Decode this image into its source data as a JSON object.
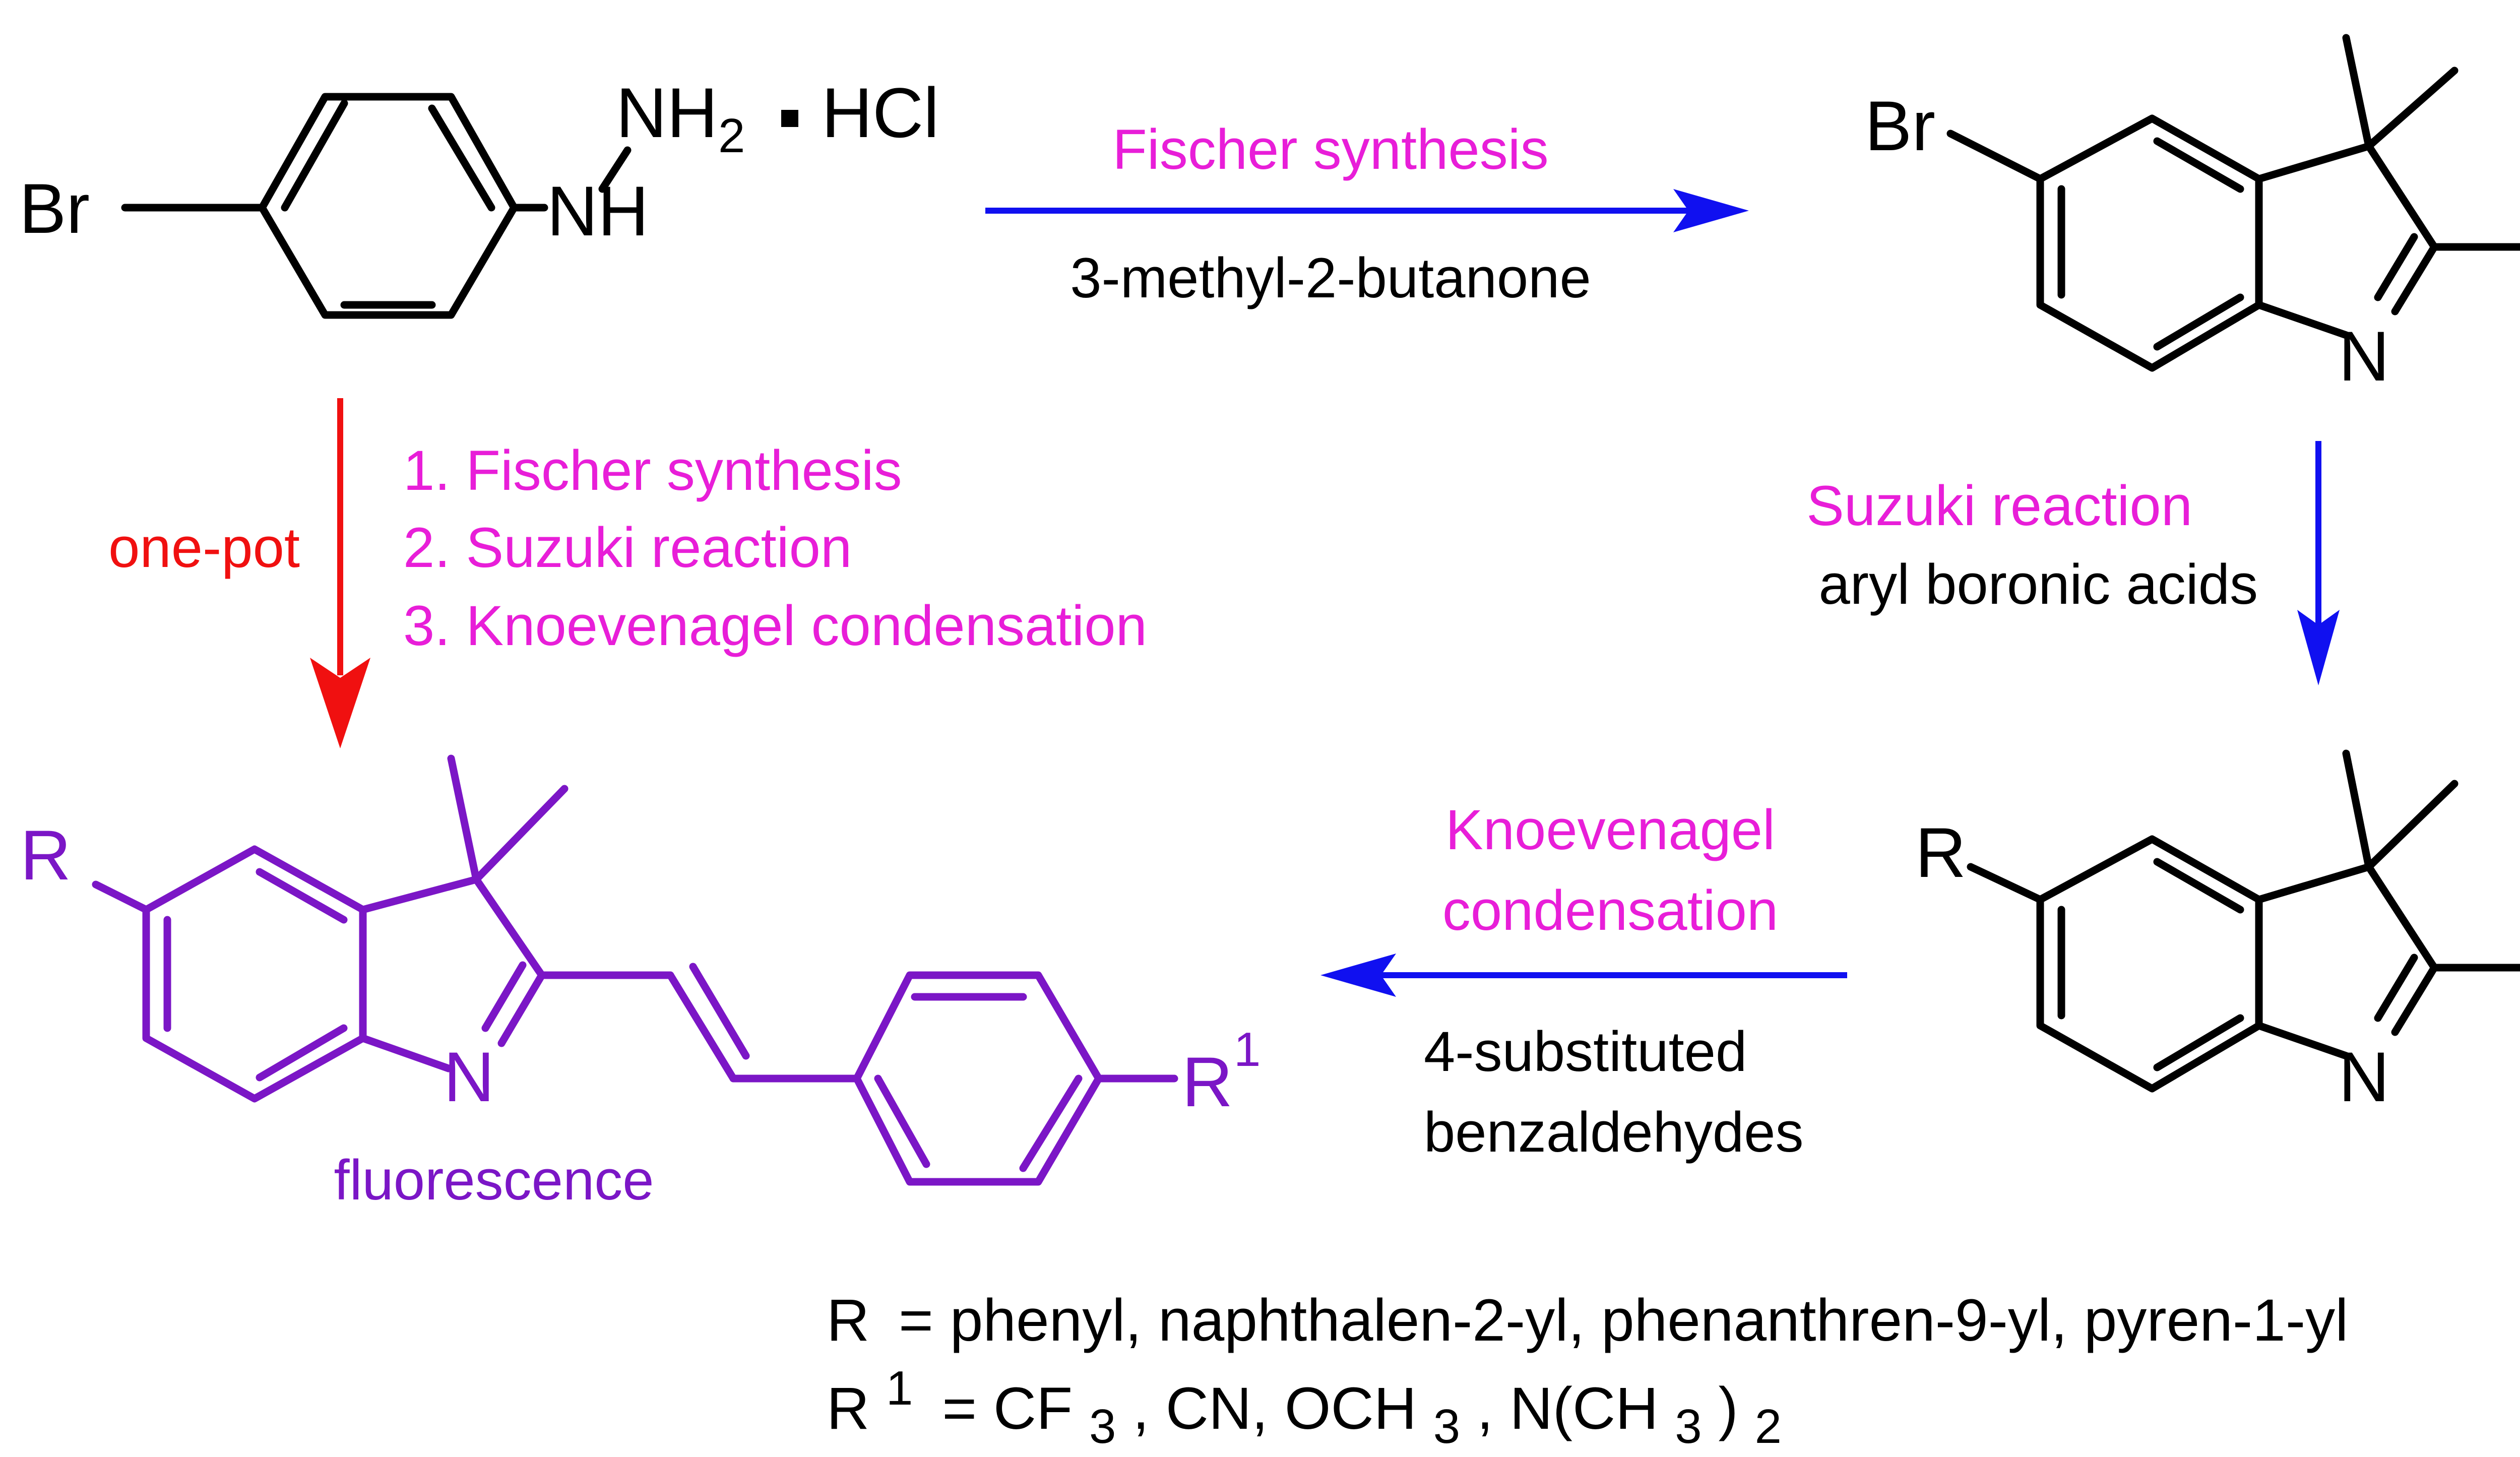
{
  "colors": {
    "bond": "#000000",
    "product": "#7b16c6",
    "condition": "#e81ed8",
    "reagent": "#000000",
    "stepwise_arrow": "#1010f0",
    "onepot_arrow": "#f01010"
  },
  "start_material": {
    "br": "Br",
    "nh2": "NH",
    "nh2_sub": "2",
    "salt": "HCl",
    "nh": "NH"
  },
  "bromo_indolenine": {
    "br": "Br",
    "n": "N"
  },
  "aryl_indolenine": {
    "r": "R",
    "n": "N"
  },
  "product": {
    "r": "R",
    "n": "N",
    "r1": "R",
    "r1_sup": "1",
    "label": "fluorescence"
  },
  "steps": {
    "fischer": {
      "condition": "Fischer synthesis",
      "reagent": "3-methyl-2-butanone"
    },
    "suzuki": {
      "condition": "Suzuki reaction",
      "reagent": "aryl boronic acids"
    },
    "knoevenagel": {
      "condition_line1": "Knoevenagel",
      "condition_line2": "condensation",
      "reagent_line1": "4-substituted",
      "reagent_line2": "benzaldehydes"
    },
    "one_pot": {
      "label": "one-pot",
      "step1": "1. Fischer synthesis",
      "step2": "2. Suzuki reaction",
      "step3": "3. Knoevenagel condensation"
    }
  },
  "substituents": {
    "r_symbol": "R",
    "r_list": "= phenyl, naphthalen-2-yl, phenanthren-9-yl, pyren-1-yl",
    "r1_symbol": "R",
    "r1_sup": "1",
    "r1_eq": "= CF",
    "r1_sub1": "3",
    "r1_sep1": ", CN, OCH",
    "r1_sub2": "3",
    "r1_sep2": ", N(CH",
    "r1_sub3": "3",
    "r1_close": ")",
    "r1_sub4": "2"
  }
}
